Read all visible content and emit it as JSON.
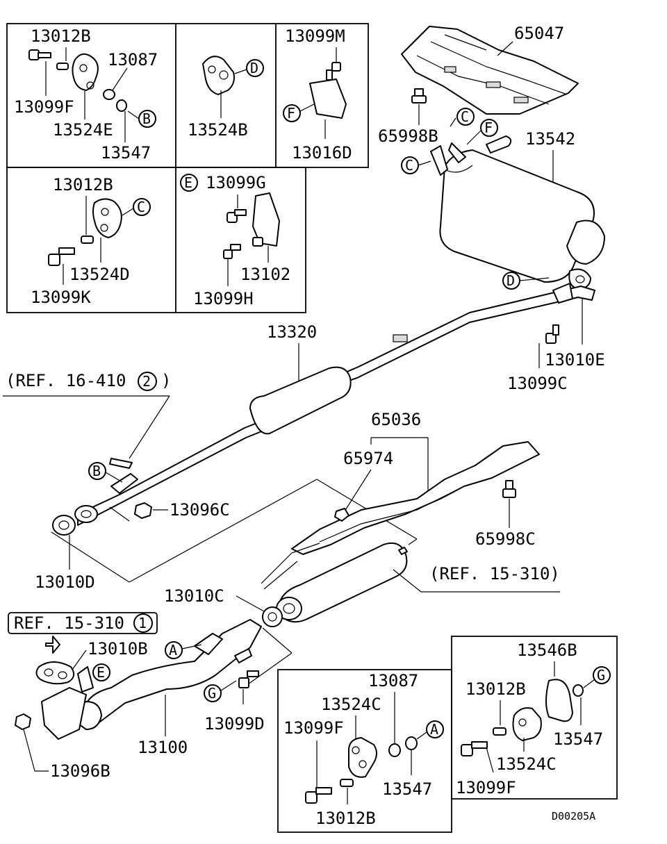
{
  "diagram_code": "D00205A",
  "inset_boxes": {
    "top_left": {
      "labels": [
        "13012B",
        "13087",
        "13099F",
        "13524E",
        "13547",
        "B"
      ]
    },
    "top_middle": {
      "labels": [
        "13524B",
        "D"
      ]
    },
    "top_right": {
      "labels": [
        "13099M",
        "F",
        "13016D"
      ]
    },
    "mid_left": {
      "labels": [
        "13012B",
        "C",
        "13524D",
        "13099K"
      ]
    },
    "mid_middle": {
      "labels": [
        "E",
        "13099G",
        "13102",
        "13099H"
      ]
    },
    "bottom_center": {
      "labels": [
        "13087",
        "13524C",
        "13099F",
        "A",
        "13547",
        "13012B"
      ]
    },
    "bottom_right": {
      "labels": [
        "13546B",
        "G",
        "13012B",
        "13547",
        "13524C",
        "13099F"
      ]
    }
  },
  "main_labels": {
    "heat_shield_top": "65047",
    "bolt_top": "65998B",
    "muffler": "13542",
    "gasket_rear": "13010E",
    "bolt_rear": "13099C",
    "center_pipe": "13320",
    "ref_16_410": "(REF. 16-410",
    "ref_16_410_num": "2",
    "ref_16_410_close": ")",
    "nut_front": "13096C",
    "gasket_front": "13010D",
    "heat_shield_mid": "65036",
    "clip_mid": "65974",
    "bolt_mid": "65998C",
    "ref_15_310": "(REF. 15-310)",
    "gasket_cat": "13010C",
    "ref_15_310_box": "REF. 15-310",
    "ref_15_310_box_num": "1",
    "gasket_manifold": "13010B",
    "bolt_front_pipe": "13099D",
    "front_pipe": "13100",
    "nut_manifold": "13096B"
  },
  "callouts": {
    "A": "A",
    "B": "B",
    "C": "C",
    "D": "D",
    "E": "E",
    "F": "F",
    "G": "G"
  }
}
